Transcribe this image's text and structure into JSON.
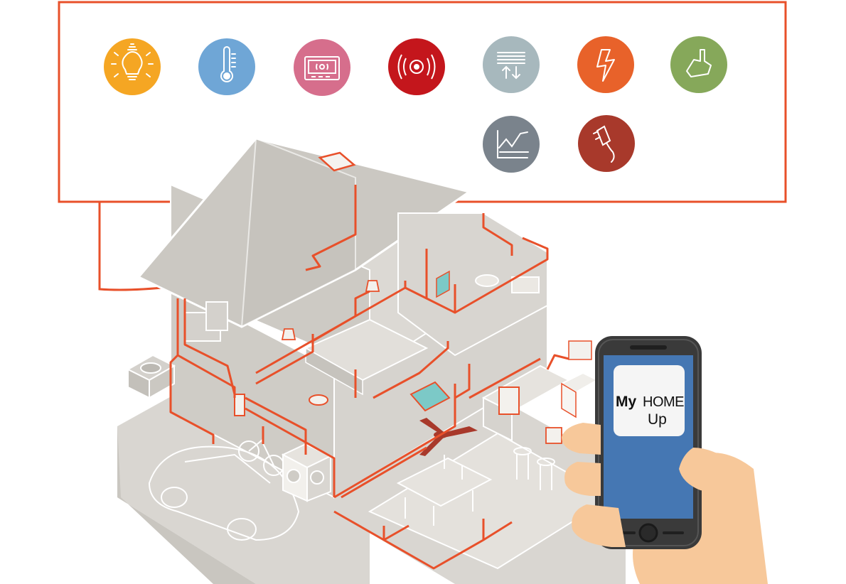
{
  "colors": {
    "accent_line": "#e8502a",
    "house_fill": "#cfccc6",
    "house_light": "#dcd9d4",
    "house_stroke": "#ffffff",
    "phone_body": "#3a3a3a",
    "phone_screen": "#4577b3",
    "hand": "#f7c89a"
  },
  "features": [
    {
      "icon": "lightbulb-icon",
      "color": "#f5a623"
    },
    {
      "icon": "thermometer-icon",
      "color": "#6fa6d6"
    },
    {
      "icon": "control-panel-icon",
      "color": "#d66e8c"
    },
    {
      "icon": "alarm-icon",
      "color": "#c4161c"
    },
    {
      "icon": "shutters-icon",
      "color": "#a7b8bd"
    },
    {
      "icon": "energy-icon",
      "color": "#e8622a"
    },
    {
      "icon": "irrigation-icon",
      "color": "#86a85a"
    },
    {
      "icon": "energy-chart-icon",
      "color": "#7a838c"
    },
    {
      "icon": "plug-icon",
      "color": "#a8392b"
    }
  ],
  "app": {
    "title_my": "My",
    "title_home": "HOME",
    "title_up": "Up"
  }
}
